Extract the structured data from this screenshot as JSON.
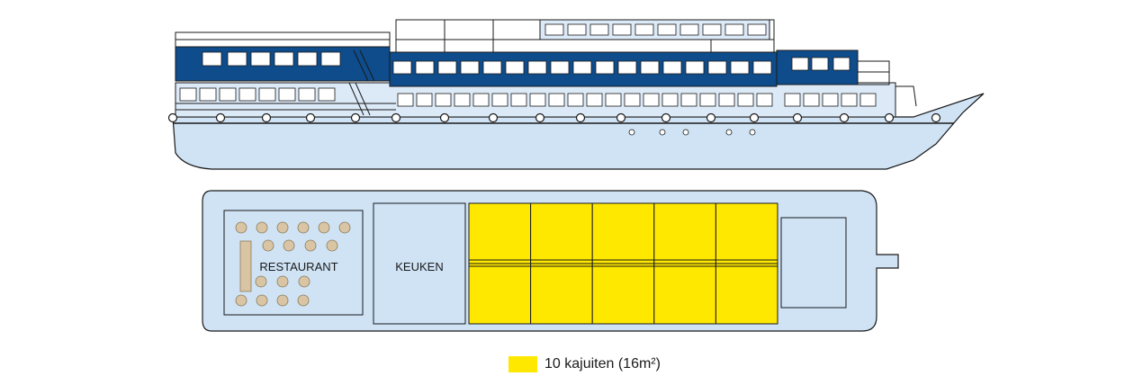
{
  "colors": {
    "hull": "#cfe3f5",
    "hull_stroke": "#1a1a1a",
    "navy": "#0e4c8c",
    "cabin": "#ffe800",
    "glass_light": "#dceaf8",
    "table": "#d9c5a3",
    "white": "#ffffff"
  },
  "deck_plan": {
    "restaurant_label": "RESTAURANT",
    "kitchen_label": "KEUKEN",
    "cabin_count": 10
  },
  "legend": {
    "cabin_label": "10 kajuiten (16m²)"
  }
}
